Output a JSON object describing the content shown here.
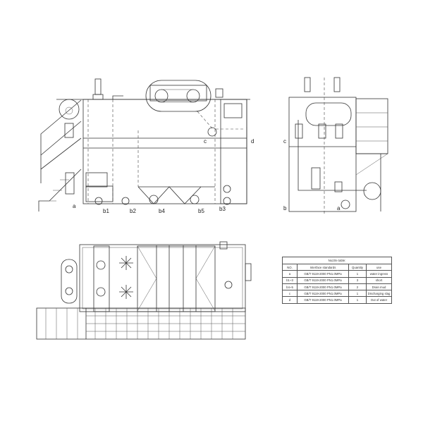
{
  "drawing": {
    "front_view_labels": [
      "a",
      "b1",
      "b2",
      "b4",
      "b5",
      "b3",
      "c",
      "d"
    ],
    "side_view_labels": [
      "c",
      "b",
      "a"
    ]
  },
  "nozzle_table": {
    "title": "Nozzle table:",
    "headers": [
      "NO.",
      "Interface standards",
      "Quantity",
      "use"
    ],
    "rows": [
      {
        "no": "a",
        "standard": "GB/T 9119-2000 PN1.0MPa",
        "quantity": "1",
        "use": "water ingress"
      },
      {
        "no": "b1~3",
        "standard": "GB/T 9119-2000 PN1.0MPa",
        "quantity": "3",
        "use": "short"
      },
      {
        "no": "b4~5",
        "standard": "GB/T 9119-2000 PN1.0MPa",
        "quantity": "2",
        "use": "Drain mud"
      },
      {
        "no": "c",
        "standard": "GB/T 9119-2000 PN1.0MPa",
        "quantity": "1",
        "use": "Discharging slag"
      },
      {
        "no": "d",
        "standard": "GB/T 9119-2000 PN1.0MPa",
        "quantity": "1",
        "use": "Out of water"
      }
    ]
  },
  "colors": {
    "line": "#333333",
    "background": "#ffffff"
  }
}
